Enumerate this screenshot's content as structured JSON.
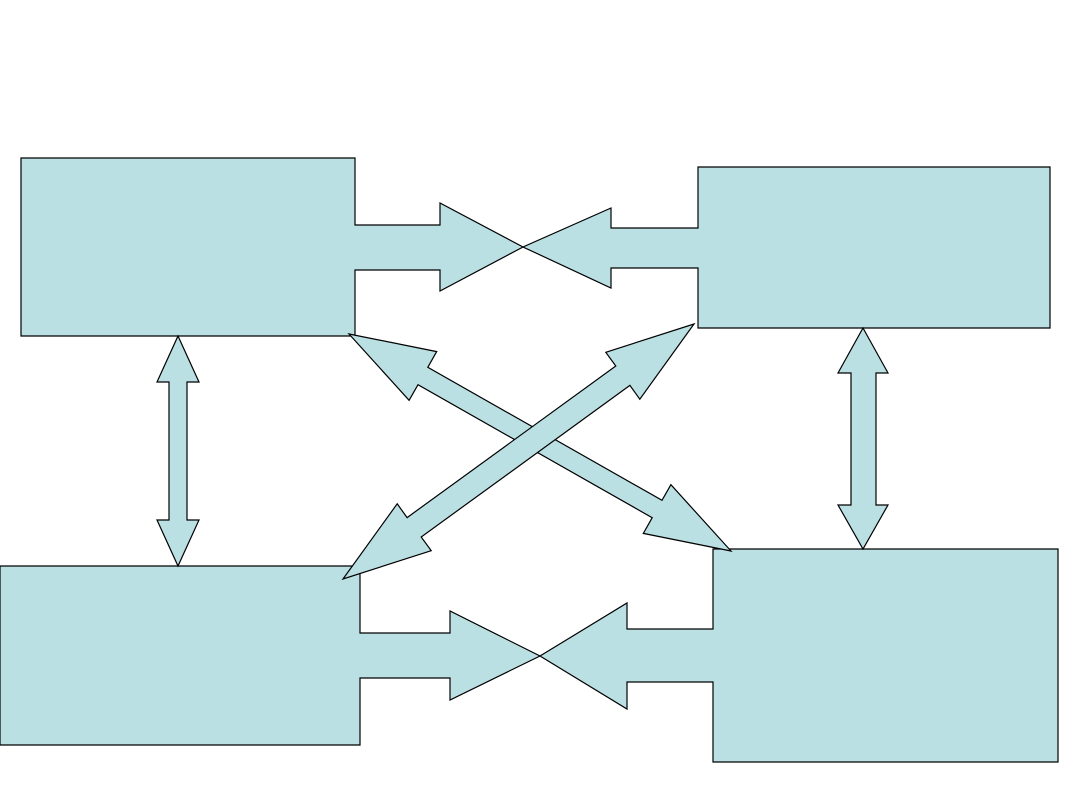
{
  "diagram": {
    "type": "four-box interaction diagram",
    "colors": {
      "fill": "#bbe0e3",
      "stroke": "#000000",
      "background": "#ffffff"
    },
    "nodes": [
      {
        "id": "top-left",
        "label": ""
      },
      {
        "id": "top-right",
        "label": ""
      },
      {
        "id": "bottom-left",
        "label": ""
      },
      {
        "id": "bottom-right",
        "label": ""
      }
    ],
    "edges": [
      {
        "from": "top-left",
        "to": "top-right",
        "style": "converging-arrows"
      },
      {
        "from": "bottom-left",
        "to": "bottom-right",
        "style": "converging-arrows"
      },
      {
        "from": "top-left",
        "to": "bottom-left",
        "style": "double-arrow"
      },
      {
        "from": "top-right",
        "to": "bottom-right",
        "style": "double-arrow"
      },
      {
        "from": "top-left",
        "to": "bottom-right",
        "style": "double-arrow"
      },
      {
        "from": "top-right",
        "to": "bottom-left",
        "style": "double-arrow"
      }
    ]
  }
}
